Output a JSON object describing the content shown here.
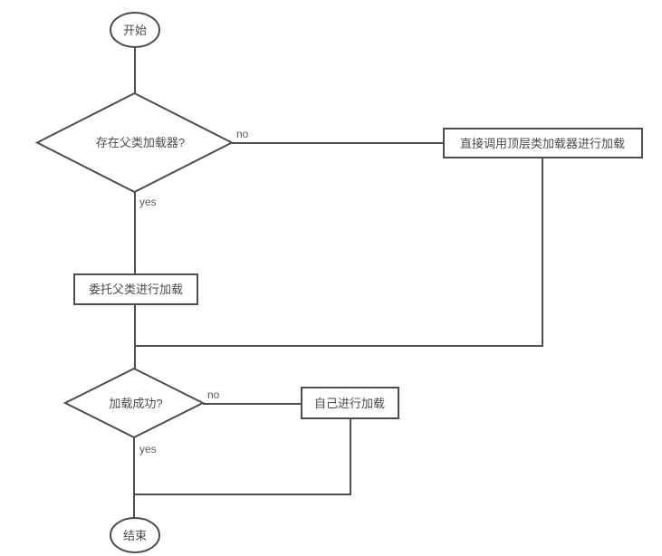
{
  "diagram": {
    "background_color": "#ffffff",
    "stroke_color": "#4d4d4d",
    "node_text_color": "#4a4a4a",
    "edge_label_color": "#595959",
    "nodes": {
      "start": {
        "type": "ellipse",
        "label": "开始"
      },
      "decision_parent_loader": {
        "type": "diamond",
        "label": "存在父类加载器?"
      },
      "process_top_loader": {
        "type": "rect",
        "label": "直接调用顶层类加载器进行加载"
      },
      "process_delegate_parent": {
        "type": "rect",
        "label": "委托父类进行加载"
      },
      "decision_load_success": {
        "type": "diamond",
        "label": "加载成功?"
      },
      "process_load_self": {
        "type": "rect",
        "label": "自己进行加载"
      },
      "end": {
        "type": "ellipse",
        "label": "结束"
      }
    },
    "edge_labels": {
      "parent_loader_no": "no",
      "parent_loader_yes": "yes",
      "load_success_no": "no",
      "load_success_yes": "yes"
    }
  }
}
